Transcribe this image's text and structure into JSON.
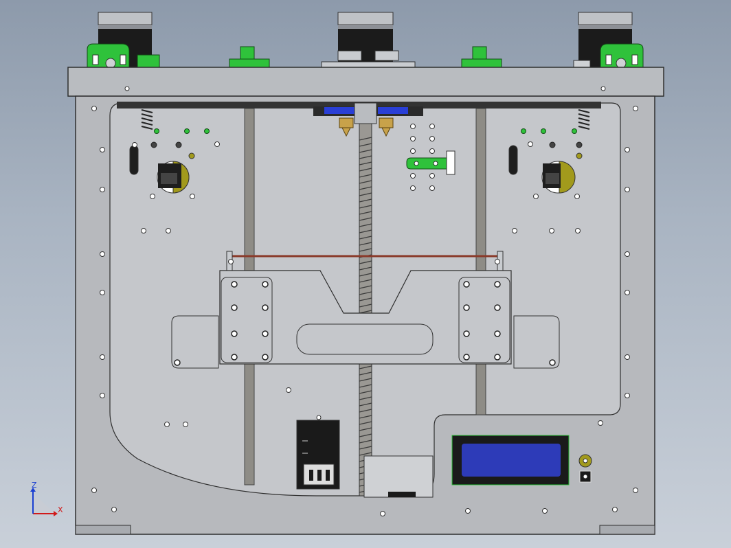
{
  "viewport": {
    "background": "#9aa6b6",
    "orientation_triad": {
      "x_label": "X",
      "z_label": "Z",
      "x_color": "#d11a1a",
      "z_color": "#1a3fd1"
    }
  },
  "model": {
    "view": "front",
    "frame_color": "#b7b9bd",
    "panel_color": "#c5c7cb",
    "edge_color": "#2e2e2e",
    "motor_color": "#1b1b1b",
    "bracket_color": "#2fc23b",
    "nozzle_color": "#c8a24a",
    "carriage_color": "#2a3fd6",
    "lcd_color": "#2d3bb8",
    "belt_color": "#8a3a2a",
    "yellow_part_color": "#a29a1c"
  }
}
